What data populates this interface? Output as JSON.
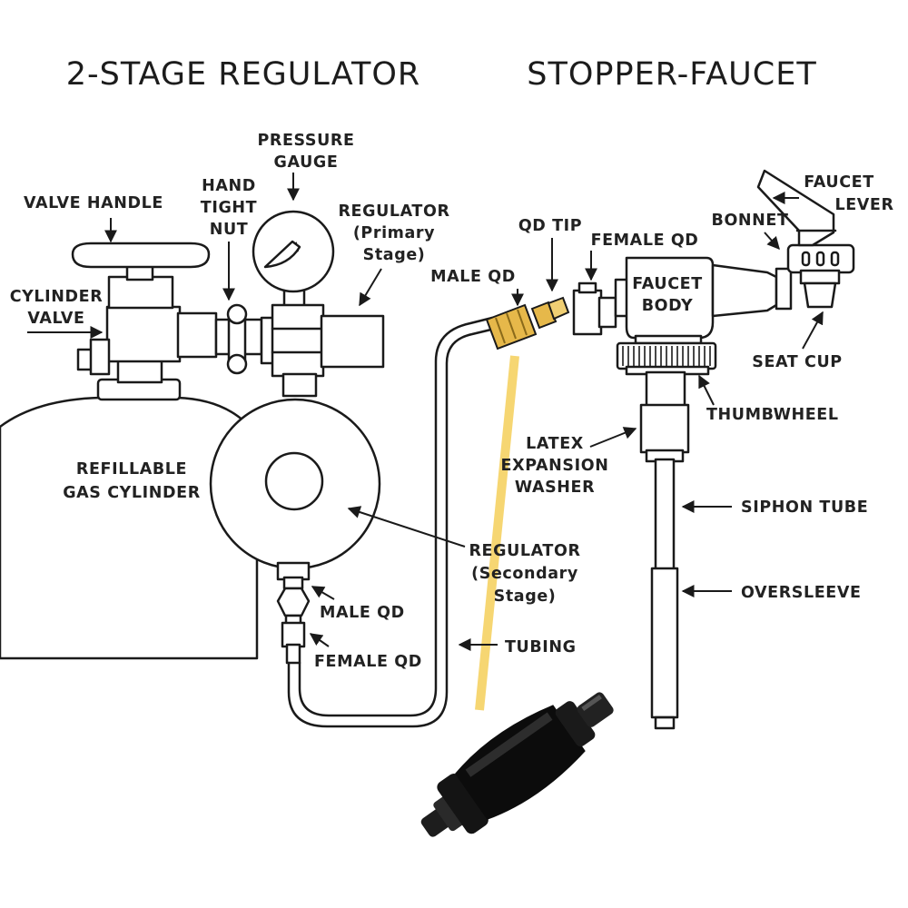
{
  "headings": {
    "left": "2-STAGE REGULATOR",
    "right": "STOPPER-FAUCET"
  },
  "labels": {
    "pressure_gauge": [
      "PRESSURE",
      "GAUGE"
    ],
    "hand_tight_nut": [
      "HAND",
      "TIGHT",
      "NUT"
    ],
    "valve_handle": "VALVE HANDLE",
    "regulator_primary": [
      "REGULATOR",
      "(Primary",
      "Stage)"
    ],
    "cylinder_valve": [
      "CYLINDER",
      "VALVE"
    ],
    "refillable_gas_cylinder": [
      "REFILLABLE",
      "GAS CYLINDER"
    ],
    "regulator_secondary": [
      "REGULATOR",
      "(Secondary",
      "Stage)"
    ],
    "male_qd_left": "MALE QD",
    "female_qd_left": "FEMALE QD",
    "tubing": "TUBING",
    "qd_tip": "QD TIP",
    "female_qd_right": "FEMALE QD",
    "male_qd_right": "MALE QD",
    "faucet_body": [
      "FAUCET",
      "BODY"
    ],
    "bonnet": "BONNET",
    "faucet_lever": [
      "FAUCET",
      "LEVER"
    ],
    "seat_cup": "SEAT CUP",
    "thumbwheel": "THUMBWHEEL",
    "latex_expansion_washer": [
      "LATEX",
      "EXPANSION",
      "WASHER"
    ],
    "siphon_tube": "SIPHON TUBE",
    "oversleeve": "OVERSLEEVE"
  },
  "colors": {
    "ink": "#1a1a1a",
    "highlight_yellow": "#f5cf5a",
    "brass": "#e6b84a",
    "check_valve": "#111111"
  }
}
